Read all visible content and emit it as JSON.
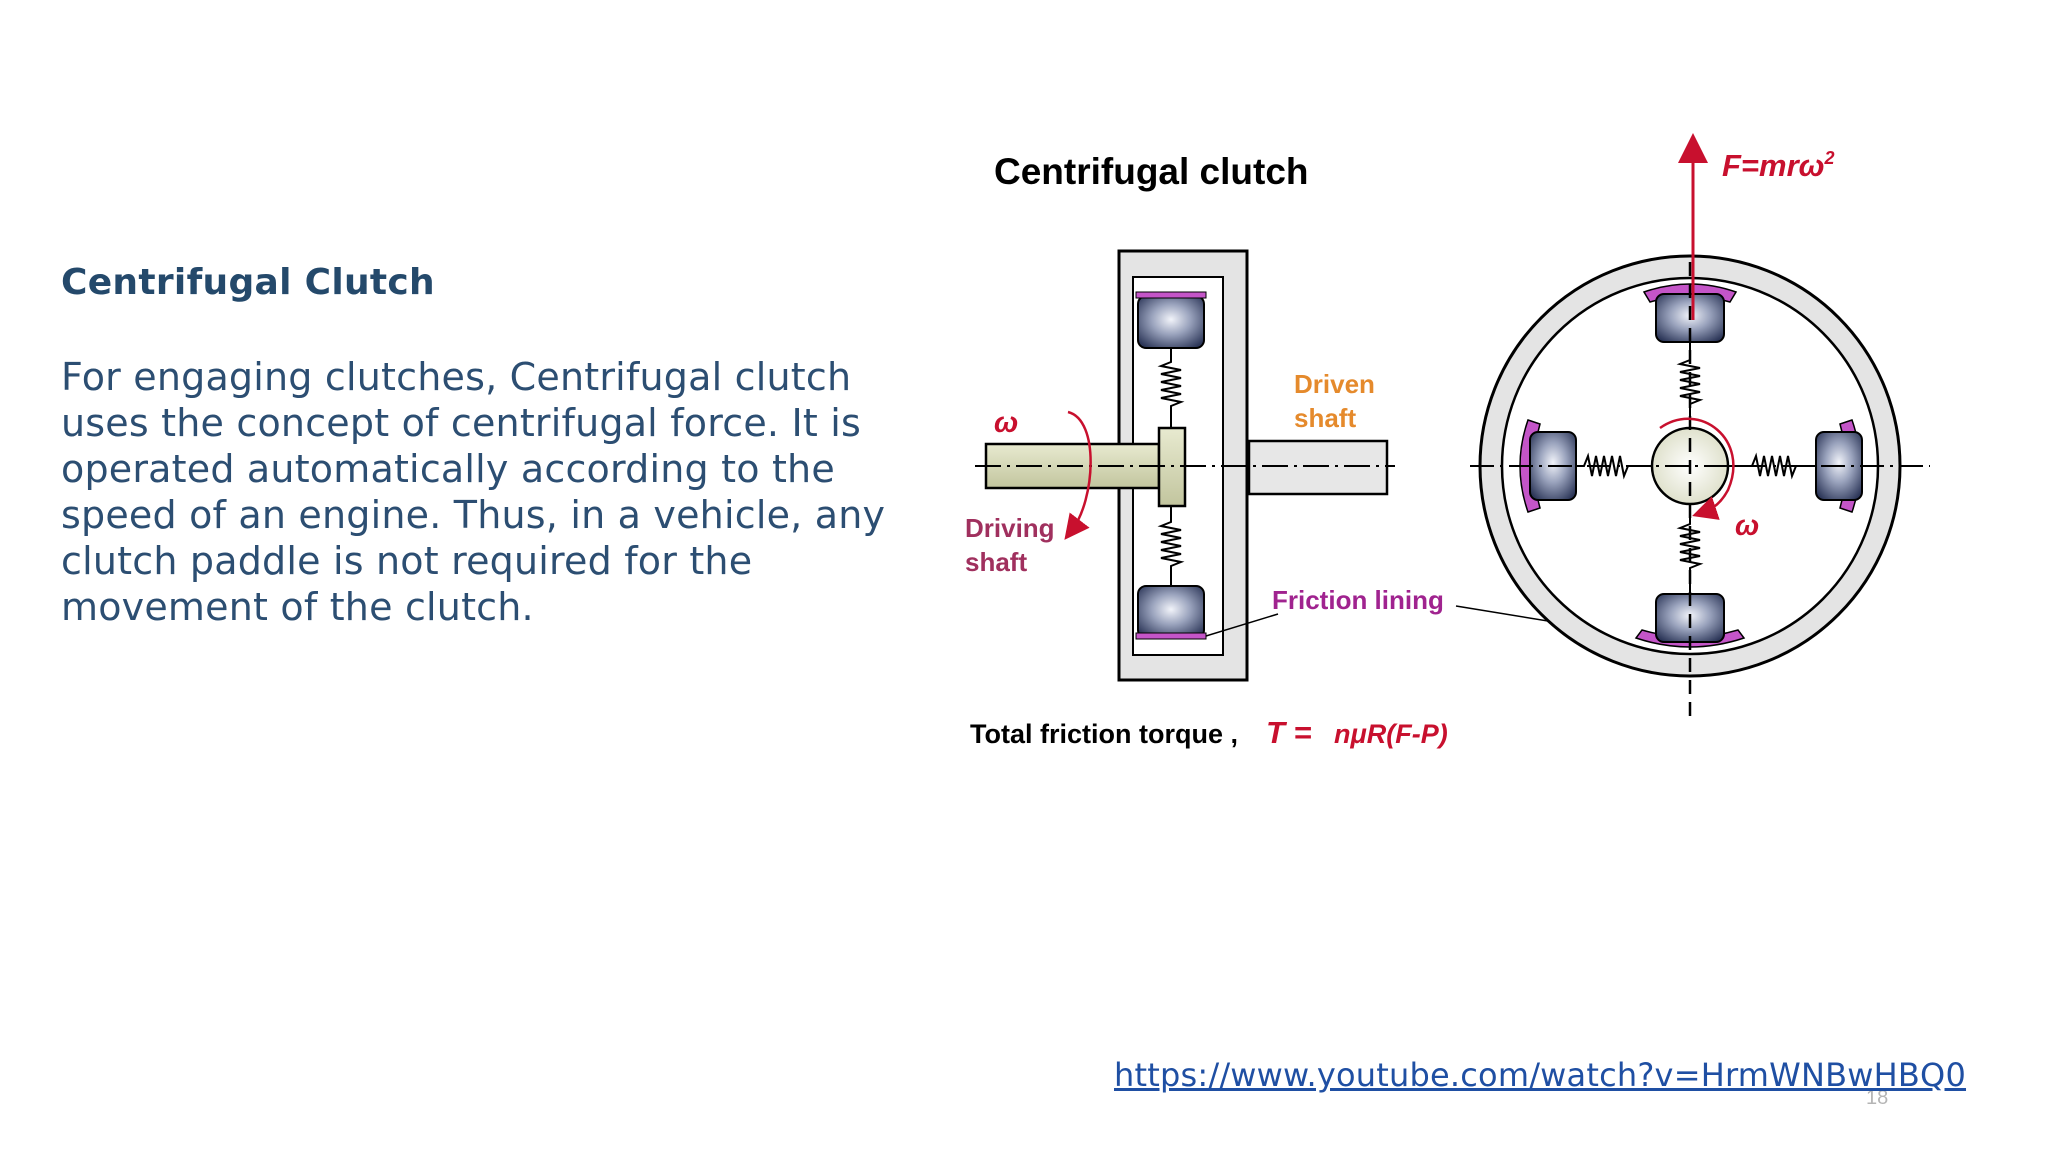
{
  "slide": {
    "heading": "Centrifugal Clutch",
    "body_lines": [
      "For engaging clutches, Centrifugal clutch",
      "uses the concept of centrifugal force. It is",
      "operated automatically according to the",
      "speed of an engine. Thus, in a vehicle, any",
      "clutch paddle is not required for the",
      "movement of the clutch."
    ],
    "link": "https://www.youtube.com/watch?v=HrmWNBwHBQ0",
    "page_number": "18"
  },
  "diagram": {
    "title": "Centrifugal  clutch",
    "force_formula": "F=mrω",
    "force_exponent": "2",
    "omega": "ω",
    "driving_shaft_label": [
      "Driving",
      "shaft"
    ],
    "driven_shaft_label": [
      "Driven",
      "shaft"
    ],
    "friction_lining_label": "Friction lining",
    "torque_label": "Total friction torque ,",
    "torque_symbol": "T =",
    "torque_formula": "nμR(F-P)",
    "colors": {
      "red": "#c8102e",
      "orange": "#e58a2c",
      "purple": "#a0238f",
      "maroon": "#a0305e",
      "lining": "#c455c8",
      "shaft": "#d3d6b3",
      "shoe": "#38456a",
      "rim": "#e4e4e4"
    }
  }
}
